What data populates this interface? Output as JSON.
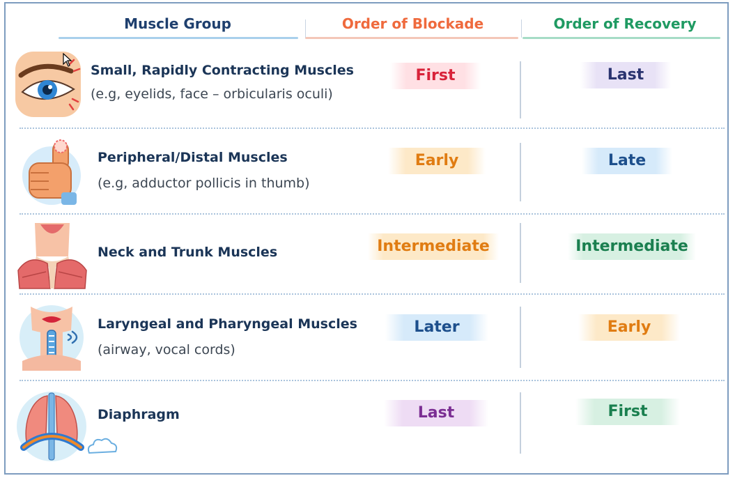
{
  "headers": {
    "muscle_group": "Muscle Group",
    "order_of_blockade": "Order of Blockade",
    "order_of_recovery": "Order of Recovery"
  },
  "rows": [
    {
      "title": "Small, Rapidly Contracting Muscles",
      "subtitle": "(e.g, eyelids, face – orbicularis oculi)",
      "blockade": "First",
      "recovery": "Last",
      "icon": "eye-icon"
    },
    {
      "title": "Peripheral/Distal Muscles",
      "subtitle": "(e.g, adductor pollicis in thumb)",
      "blockade": "Early",
      "recovery": "Late",
      "icon": "thumb-icon"
    },
    {
      "title": "Neck and Trunk Muscles",
      "subtitle": "",
      "blockade": "Intermediate",
      "recovery": "Intermediate",
      "icon": "neck-muscles-icon"
    },
    {
      "title": "Laryngeal and Pharyngeal Muscles",
      "subtitle": "(airway, vocal cords)",
      "blockade": "Later",
      "recovery": "Early",
      "icon": "throat-icon"
    },
    {
      "title": "Diaphragm",
      "subtitle": "",
      "blockade": "Last",
      "recovery": "First",
      "icon": "lungs-diaphragm-icon"
    }
  ],
  "colors": {
    "header_muscle": "#1e3f6e",
    "header_blockade": "#ef6a3d",
    "header_recovery": "#1f9a62",
    "red": "#d8233a",
    "orange": "#e07c12",
    "blue": "#1d4f8c",
    "purple": "#7b2e93",
    "green": "#1a7f4f",
    "darkblue": "#2a3470"
  }
}
